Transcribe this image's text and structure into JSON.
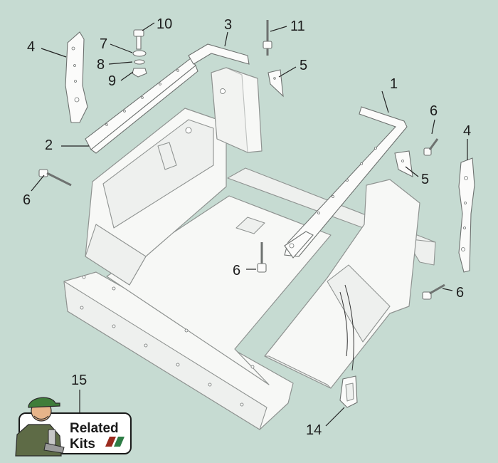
{
  "callouts": [
    "1",
    "2",
    "3",
    "4",
    "4",
    "5",
    "5",
    "6",
    "6",
    "6",
    "6",
    "7",
    "8",
    "9",
    "10",
    "11",
    "14",
    "15"
  ],
  "badge": {
    "line1": "Related",
    "line2": "Kits",
    "accent_red": "#9a2a1e",
    "accent_green": "#2e7d46"
  },
  "colors": {
    "background": "#c6dbd2",
    "part_fill": "#f7f8f6",
    "part_stroke": "#8f9391"
  }
}
